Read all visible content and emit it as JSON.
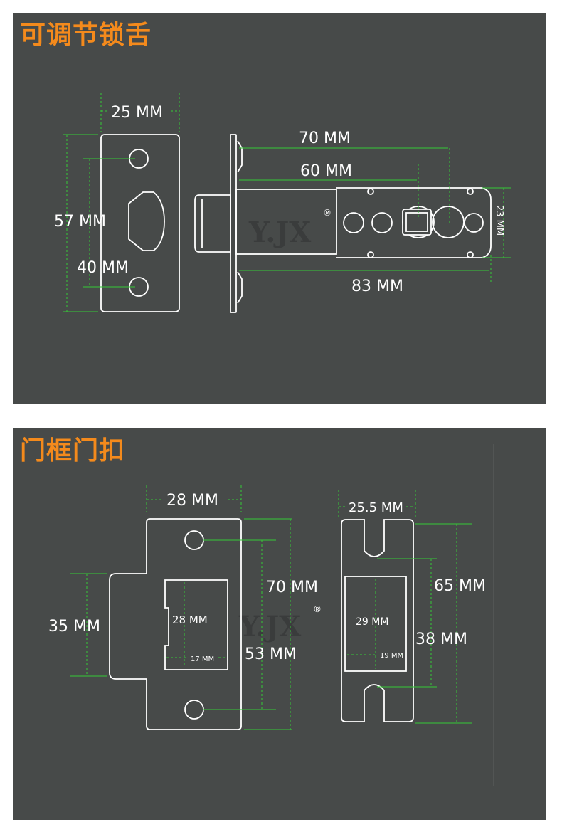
{
  "latch": {
    "title": "可调节锁舌",
    "faceplate_width": "25 MM",
    "faceplate_height": "57 MM",
    "hole_spacing": "40 MM",
    "length_70": "70 MM",
    "length_60": "60 MM",
    "body_height": "23 MM",
    "total_length": "83 MM",
    "watermark": "Y.JX",
    "registered_mark": "®"
  },
  "strike": {
    "title": "门框门扣",
    "plate1_width": "28 MM",
    "plate1_tab_height": "35 MM",
    "plate1_height": "70 MM",
    "plate1_hole_spacing": "53 MM",
    "plate1_window_height": "28 MM",
    "plate1_window_width": "17 MM",
    "plate2_width": "25.5 MM",
    "plate2_height": "65 MM",
    "plate2_slot_spacing": "38 MM",
    "plate2_window_height": "29 MM",
    "plate2_window_width": "19 MM",
    "watermark": "Y.JX",
    "registered_mark": "®"
  },
  "colors": {
    "panel_background": "#474a49",
    "title": "#f48a1c",
    "dimension_line": "#35c936",
    "outline": "#ffffff"
  }
}
